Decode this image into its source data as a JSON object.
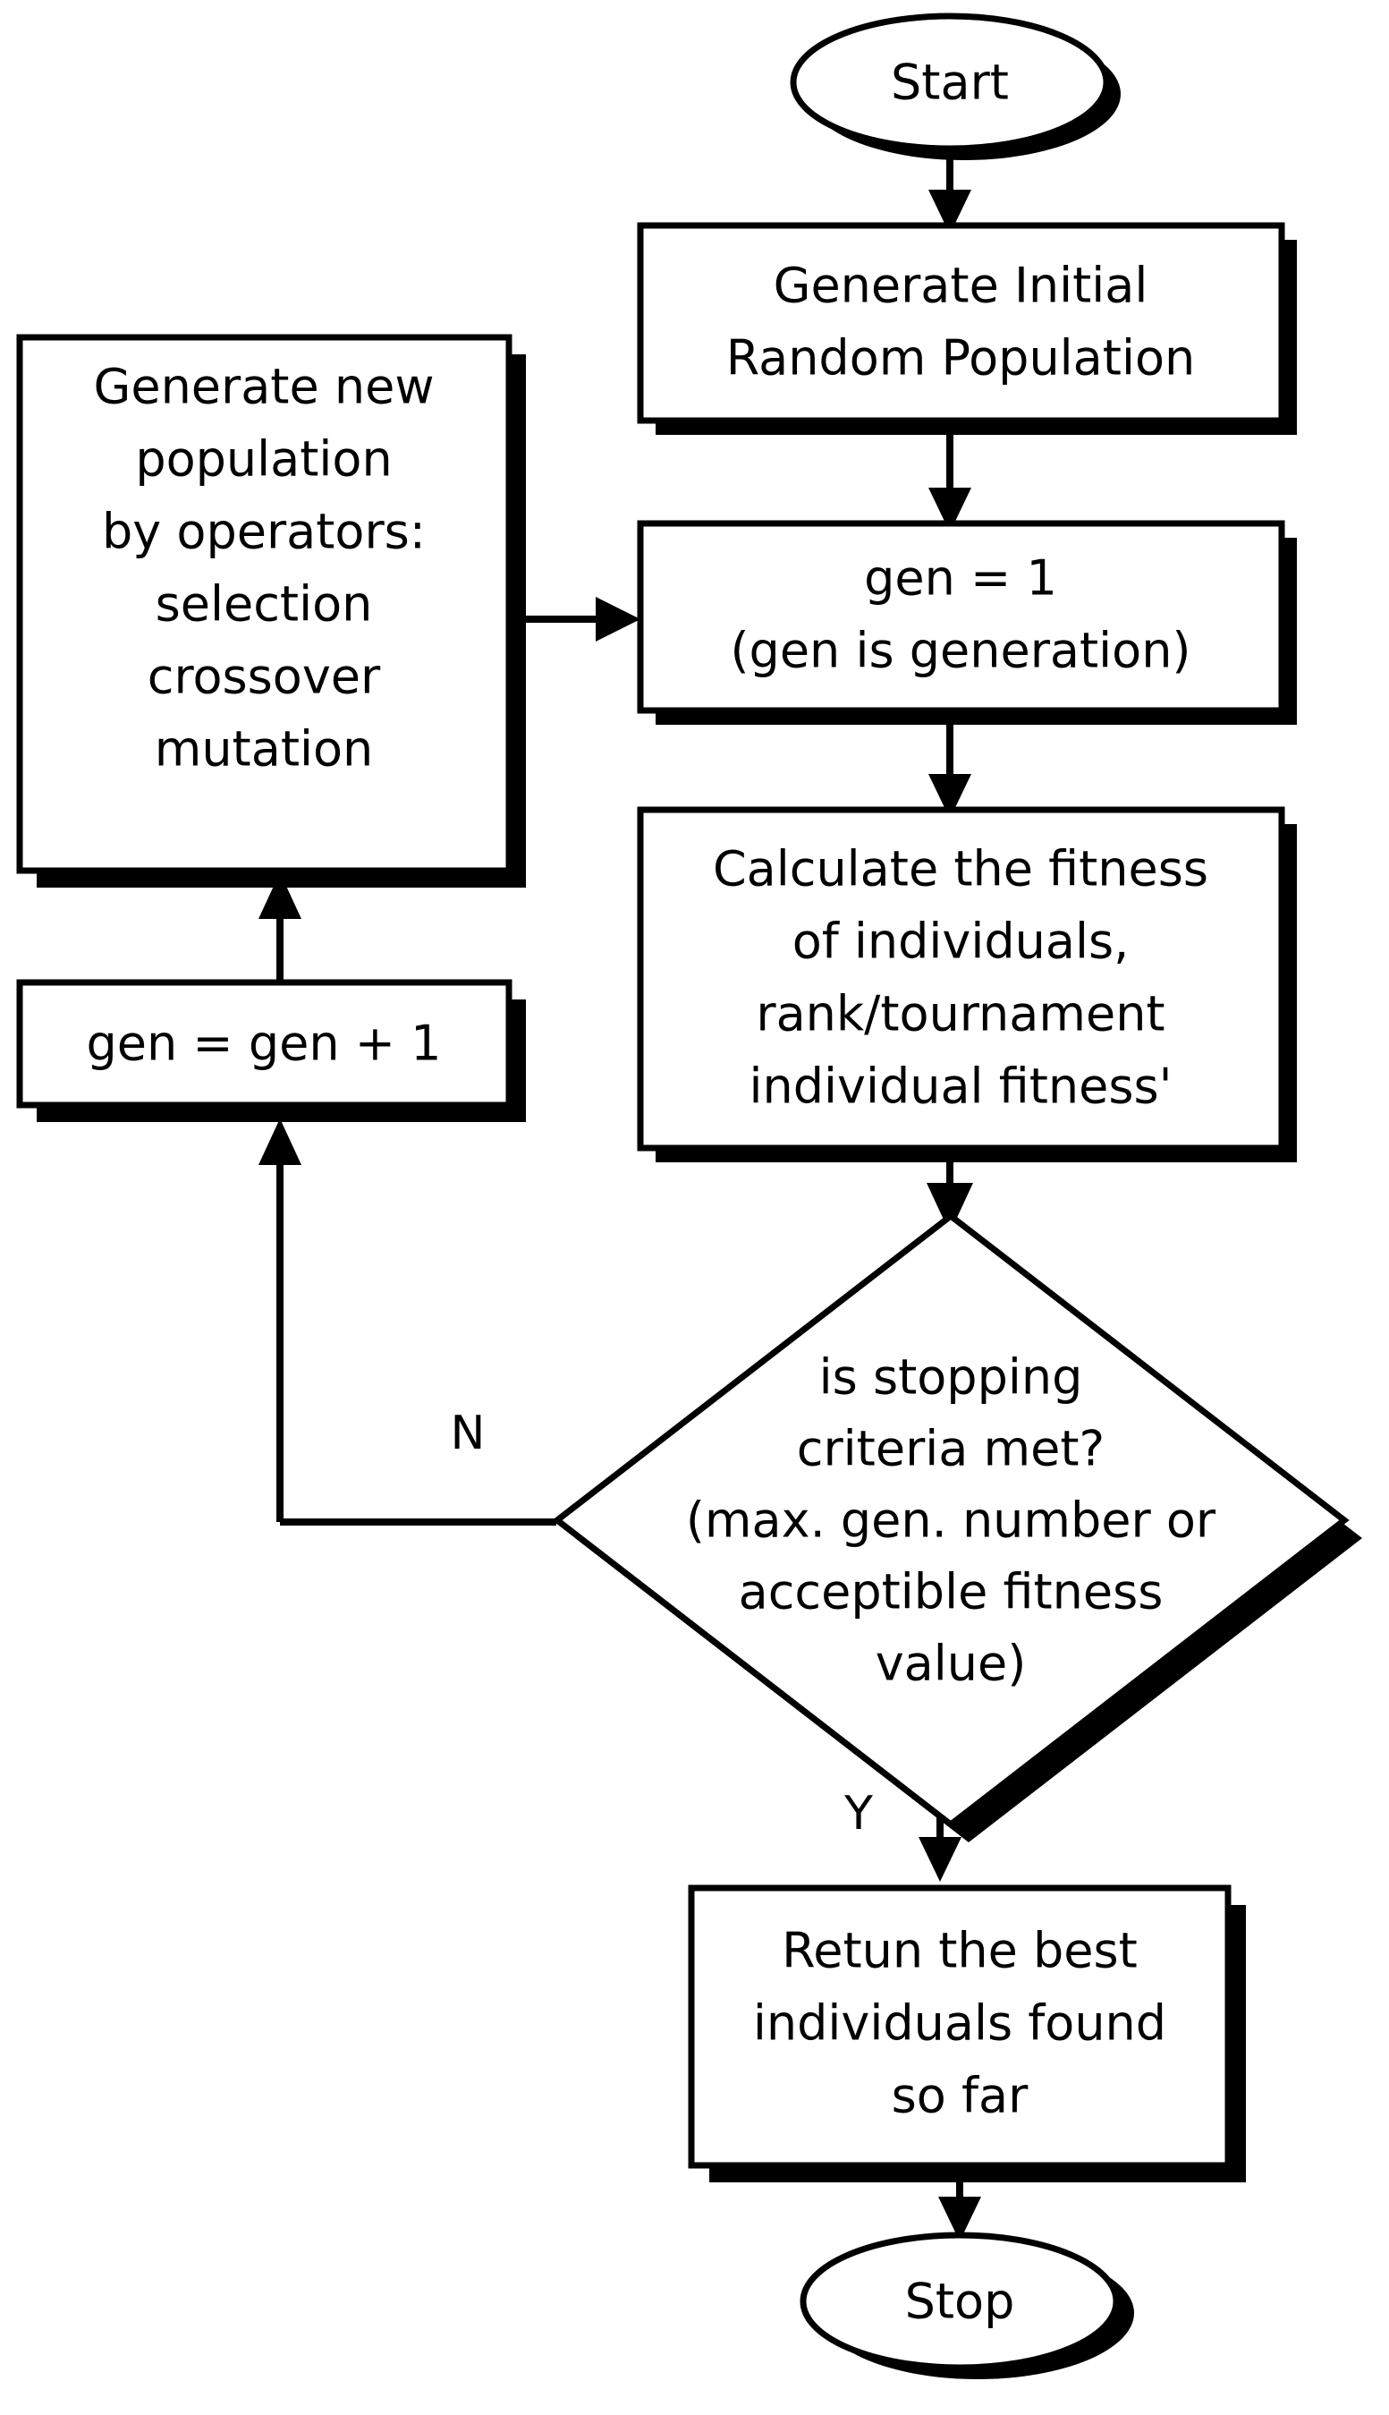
{
  "diagram": {
    "title": "Genetic Algorithm Flowchart",
    "background_color": "#ffffff",
    "stroke_color": "#000000",
    "shadow_color": "#000000",
    "fill_color": "#ffffff"
  },
  "nodes": {
    "start": {
      "label": "Start",
      "shape": "ellipse"
    },
    "generate_initial": {
      "lines": [
        "Generate Initial",
        "Random Population"
      ],
      "shape": "rect"
    },
    "gen_init": {
      "lines": [
        "gen = 1",
        "(gen is generation)"
      ],
      "shape": "rect"
    },
    "calculate_fitness": {
      "lines": [
        "Calculate the fitness",
        "of individuals,",
        "rank/tournament",
        "individual fitness'"
      ],
      "shape": "rect"
    },
    "stopping_criteria": {
      "lines": [
        "is stopping",
        "criteria met?",
        "(max. gen. number or",
        "acceptible fitness",
        "value)"
      ],
      "shape": "diamond"
    },
    "return_best": {
      "lines": [
        "Retun the best",
        "individuals found",
        "so far"
      ],
      "shape": "rect"
    },
    "stop": {
      "label": "Stop",
      "shape": "ellipse"
    },
    "generate_new_population": {
      "lines": [
        "Generate new",
        "population",
        "by operators:",
        "selection",
        "crossover",
        "mutation"
      ],
      "shape": "rect"
    },
    "gen_increment": {
      "lines": [
        "gen = gen + 1"
      ],
      "shape": "rect"
    }
  },
  "edge_labels": {
    "no_branch": "N",
    "yes_branch": "Y"
  }
}
